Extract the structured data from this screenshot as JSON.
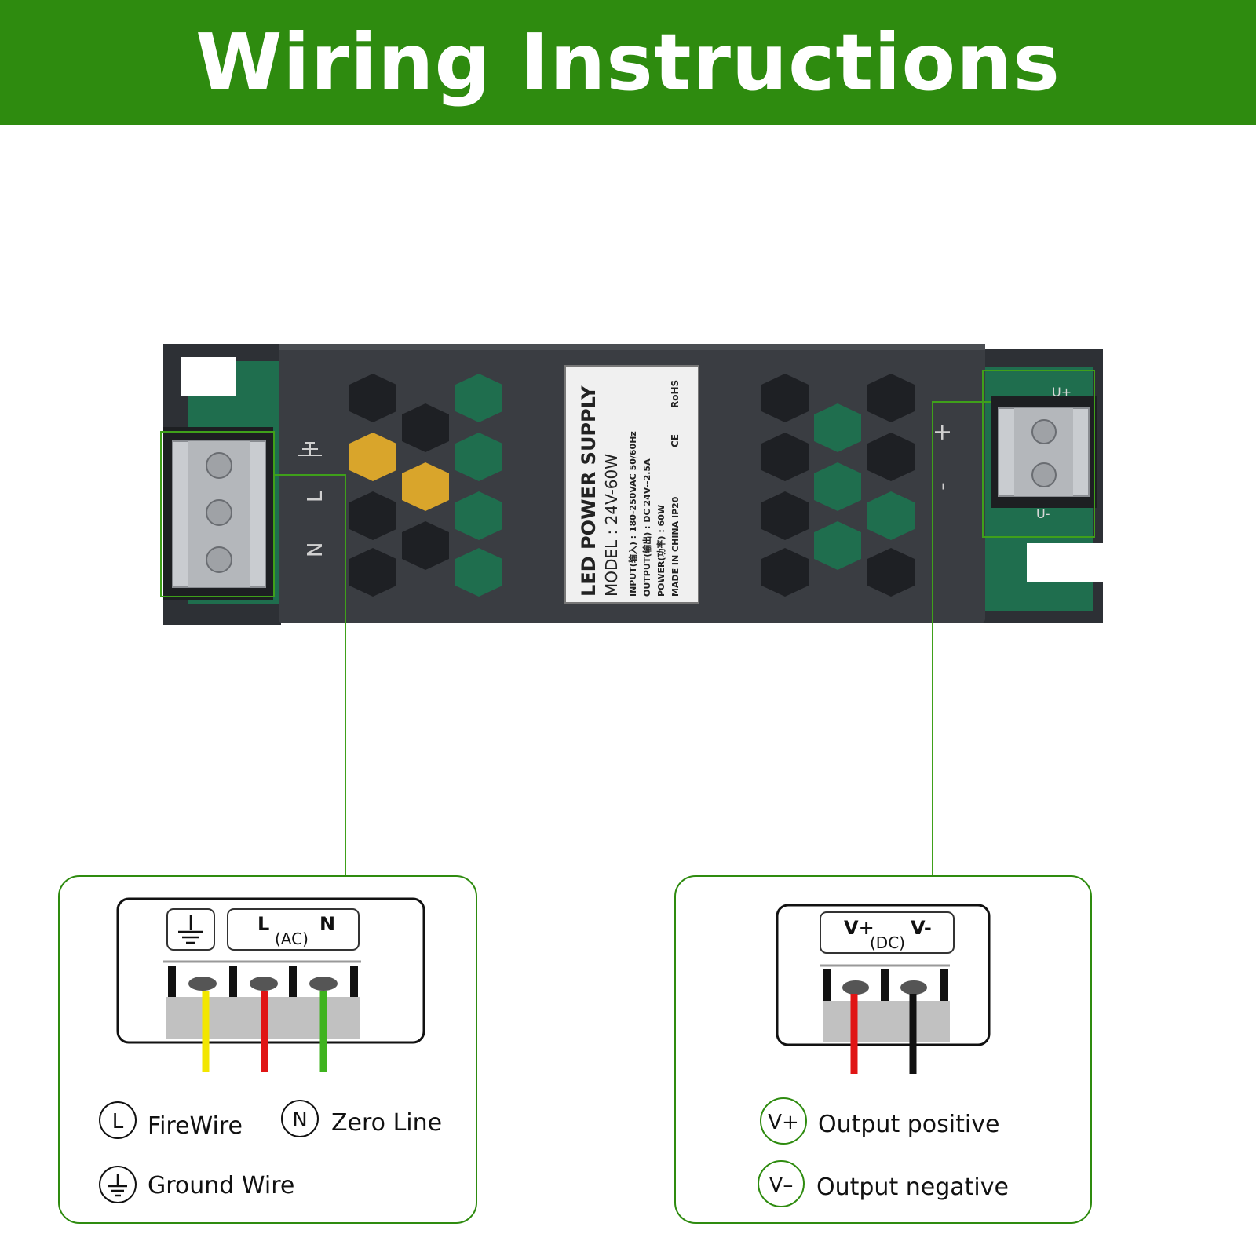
{
  "title": "Wiring Instructions",
  "device": {
    "label_line1": "LED POWER SUPPLY",
    "label_line2": "MODEL : 24V-60W",
    "label_line3": "INPUT(输入) : 180-250VAC 50/60Hz",
    "label_line4": "OUTPUT(输出) : DC 24V--2.5A",
    "label_line5": "POWER(功率) : 60W",
    "label_line6": "MADE IN CHINA   IP20",
    "cert_ce": "CE",
    "cert_rohs": "RoHS",
    "left_marks": [
      "N",
      "L"
    ],
    "right_marks": [
      "+",
      "-"
    ],
    "pcb_vplus": "U+",
    "pcb_vminus": "U-"
  },
  "input_panel": {
    "term_L": "L",
    "term_N": "N",
    "term_type": "(AC)",
    "wire_colors": [
      "#f2e600",
      "#e01515",
      "#3fb31f"
    ],
    "legend": [
      {
        "symbol": "L",
        "text": "FireWire"
      },
      {
        "symbol": "N",
        "text": "Zero Line"
      },
      {
        "symbol": "ground",
        "text": "Ground Wire"
      }
    ]
  },
  "output_panel": {
    "term_vplus": "V+",
    "term_vminus": "V-",
    "term_type": "(DC)",
    "wire_colors": [
      "#e01515",
      "#111111"
    ],
    "legend": [
      {
        "symbol": "V+",
        "text": "Output positive"
      },
      {
        "symbol": "V–",
        "text": "Output negative"
      }
    ]
  },
  "colors": {
    "accent": "#2e8b0f",
    "device_body": "#3a3d42",
    "pcb": "#1f6e4e"
  }
}
